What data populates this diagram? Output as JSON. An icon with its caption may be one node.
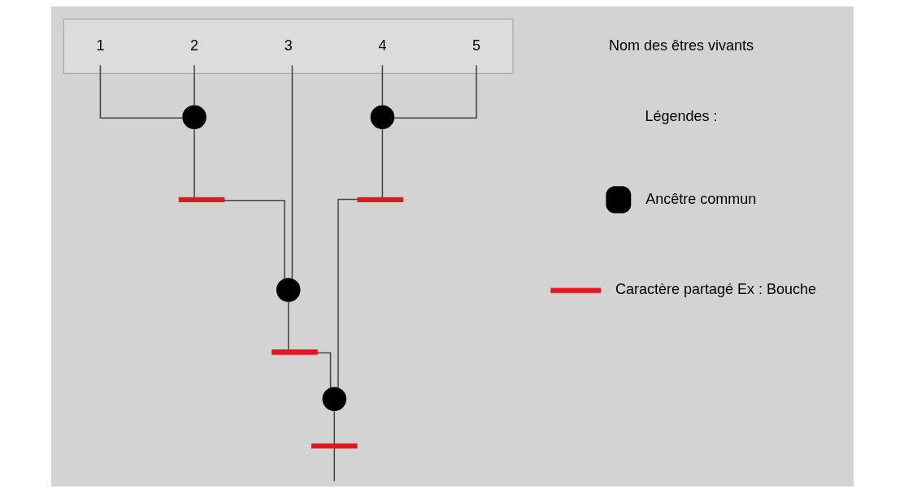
{
  "diagram": {
    "nodes": [
      {
        "text": [],
        "shape": "box"
      },
      {
        "text": [
          "1"
        ],
        "in": 0
      },
      {
        "text": [
          "2"
        ],
        "in": 0
      },
      {
        "text": [
          "3"
        ],
        "in": 0
      },
      {
        "text": [
          "4"
        ],
        "in": 0
      },
      {
        "text": [
          "5"
        ],
        "in": 0
      },
      {
        "text": [],
        "shape": "circle"
      },
      {
        "text": [],
        "shape": "circle"
      },
      {
        "text": [],
        "shape": "circle"
      },
      {
        "text": [],
        "shape": "circle"
      },
      {
        "text": [],
        "shape": "bar"
      },
      {
        "text": [],
        "shape": "bar"
      },
      {
        "text": [],
        "shape": "bar"
      },
      {
        "text": [],
        "shape": "bar"
      }
    ],
    "edges": [
      {
        "from": 1,
        "to": 6,
        "arrow": "none"
      },
      {
        "from": 2,
        "to": 6,
        "arrow": "none"
      },
      {
        "from": 6,
        "to": 10,
        "arrow": "none"
      },
      {
        "from": 10,
        "to": 7,
        "arrow": "none"
      },
      {
        "from": 3,
        "to": 7,
        "arrow": "none"
      },
      {
        "from": 7,
        "to": 11,
        "arrow": "none"
      },
      {
        "from": 11,
        "to": 8,
        "arrow": "none"
      },
      {
        "from": 4,
        "to": 9,
        "arrow": "none"
      },
      {
        "from": 5,
        "to": 9,
        "arrow": "none"
      },
      {
        "from": 9,
        "to": 13,
        "arrow": "none"
      },
      {
        "from": 13,
        "to": 8,
        "arrow": "none"
      },
      {
        "from": 8,
        "to": 12,
        "arrow": "none"
      },
      {
        "from": 12,
        "to": null,
        "arrow": "none"
      }
    ],
    "labels": [
      "Nom des êtres vivants",
      "Légendes :"
    ],
    "legend": [
      {
        "text": "Ancêtre commun"
      },
      {
        "text": "Caractère partagé Ex : Bouche"
      }
    ]
  }
}
